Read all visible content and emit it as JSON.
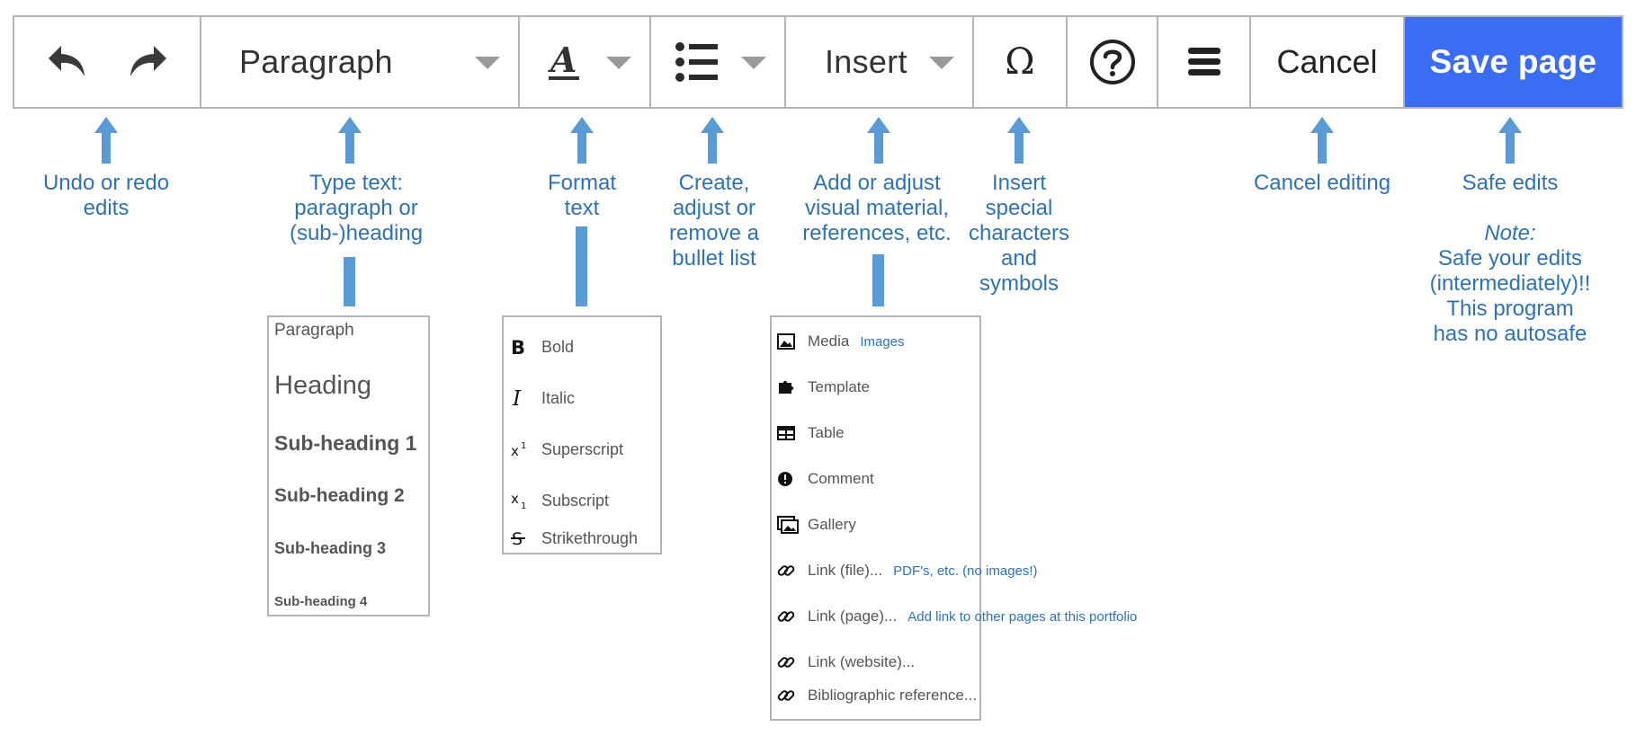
{
  "toolbar": {
    "paragraph_label": "Paragraph",
    "insert_label": "Insert",
    "special_glyph": "Ω",
    "cancel_label": "Cancel",
    "save_label": "Save page",
    "save_color": "#3a6cf4"
  },
  "icons": {
    "undo": "undo-icon",
    "redo": "redo-icon",
    "format": "text-format-icon",
    "list": "bullet-list-icon",
    "special": "omega-icon",
    "help": "help-icon",
    "menu": "menu-icon"
  },
  "annotations": {
    "undo_redo": "Undo or redo\nedits",
    "paragraph": "Type text:\nparagraph or\n(sub-)heading",
    "format": "Format\ntext",
    "list": "Create,\nadjust or\nremove a\nbullet list",
    "insert": "Add or adjust\nvisual material,\nreferences, etc.",
    "special": "Insert\nspecial\ncharacters\nand\nsymbols",
    "cancel": "Cancel editing",
    "save": "Safe edits",
    "save_note_title": "Note:",
    "save_note_body": "Safe your edits\n(intermediately)!!\nThis program\nhas no autosafe",
    "arrow_color": "#5b9bd5",
    "text_color": "#2e72b6"
  },
  "paragraph_menu": {
    "items": [
      "Paragraph",
      "Heading",
      "Sub-heading 1",
      "Sub-heading 2",
      "Sub-heading 3",
      "Sub-heading 4"
    ]
  },
  "format_menu": {
    "items": [
      {
        "icon": "bold-icon",
        "label": "Bold"
      },
      {
        "icon": "italic-icon",
        "label": "Italic"
      },
      {
        "icon": "superscript-icon",
        "label": "Superscript"
      },
      {
        "icon": "subscript-icon",
        "label": "Subscript"
      },
      {
        "icon": "strikethrough-icon",
        "label": "Strikethrough"
      }
    ]
  },
  "insert_menu": {
    "items": [
      {
        "icon": "image-icon",
        "label": "Media",
        "note": "Images"
      },
      {
        "icon": "puzzle-icon",
        "label": "Template",
        "note": ""
      },
      {
        "icon": "table-icon",
        "label": "Table",
        "note": ""
      },
      {
        "icon": "alert-icon",
        "label": "Comment",
        "note": ""
      },
      {
        "icon": "gallery-icon",
        "label": "Gallery",
        "note": ""
      },
      {
        "icon": "link-icon",
        "label": "Link (file)...",
        "note": "PDF's, etc. (no images!)"
      },
      {
        "icon": "link-icon",
        "label": "Link (page)...",
        "note": "Add link to other pages at this portfolio"
      },
      {
        "icon": "link-icon",
        "label": "Link (website)...",
        "note": ""
      },
      {
        "icon": "link-icon",
        "label": "Bibliographic reference...",
        "note": ""
      }
    ]
  }
}
